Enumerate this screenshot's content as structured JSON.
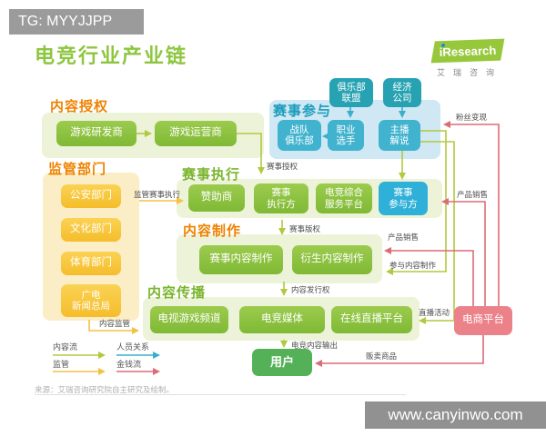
{
  "badge": {
    "text": "TG: MYYJJPP"
  },
  "header": {
    "title": "电竞行业产业链",
    "logo": {
      "brand": "iResearch",
      "sub": "艾瑞咨询"
    }
  },
  "sections": {
    "content_license": "内容授权",
    "event_participation": "赛事参与",
    "regulators": "监管部门",
    "event_execution": "赛事执行",
    "content_production": "内容制作",
    "content_distribution": "内容传播"
  },
  "nodes": {
    "club_union": "俱乐部\n联盟",
    "agency": "经济\n公司",
    "game_dev": "游戏研发商",
    "game_op": "游戏运营商",
    "team_club": "战队\n俱乐部",
    "pro_player": "职业\n选手",
    "anchor": "主播\n解说",
    "police": "公安部门",
    "culture": "文化部门",
    "sports": "体育部门",
    "sarft": "广电\n新闻总局",
    "sponsor": "赞助商",
    "executor": "赛事\n执行方",
    "service_platform": "电竞综合\n服务平台",
    "participant": "赛事\n参与方",
    "event_content": "赛事内容制作",
    "derivative_content": "衍生内容制作",
    "tv_channel": "电视游戏频道",
    "esports_media": "电竞媒体",
    "streaming": "在线直播平台",
    "user": "用户",
    "ecommerce": "电商平台"
  },
  "flow_labels": {
    "event_license": "赛事授权",
    "event_copyright": "赛事版权",
    "content_publish_right": "内容发行权",
    "esports_content_output": "电竞内容输出",
    "supervise_event_execution": "监管赛事执行",
    "content_supervision": "内容监管",
    "fan_monetization": "粉丝变现",
    "product_sales_1": "产品销售",
    "product_sales_2": "产品销售",
    "join_content_production": "参与内容制作",
    "live_activity": "直播活动",
    "sell_goods": "贩卖商品"
  },
  "legend": {
    "content_flow": "内容流",
    "people_relation": "人员关系",
    "supervision": "监管",
    "money_flow": "金钱流"
  },
  "colors": {
    "content_flow_arrow": "#b3c83e",
    "people_relation_arrow": "#3aafc9",
    "supervision_arrow": "#f1c243",
    "money_flow_arrow": "#dc6c77",
    "title_green": "#8dc63f",
    "section_orange": "#ef8200",
    "box_green": "#8ac43d",
    "box_yellow": "#f7c436",
    "box_teal": "#27a2b2",
    "box_blue": "#41b3cf",
    "box_pink": "#ec8289"
  },
  "source": "来源：艾瑞咨询研究院自主研究及绘制。",
  "watermark": "www.canyinwo.com"
}
